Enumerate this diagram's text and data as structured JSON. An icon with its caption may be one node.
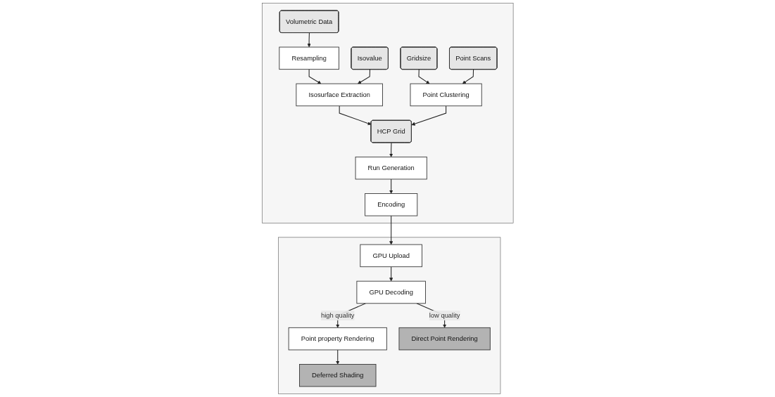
{
  "diagram": {
    "nodes": [
      {
        "text": [],
        "shape": "box"
      },
      {
        "text": [
          "Volumetric Data"
        ],
        "in": 0
      },
      {
        "text": [
          "Point Scans"
        ],
        "in": 0
      },
      {
        "text": [
          "Resampling"
        ],
        "in": 0
      },
      {
        "text": [
          "Isovalue"
        ],
        "in": 0
      },
      {
        "text": [
          "Gridsize"
        ],
        "in": 0
      },
      {
        "text": [
          "Isosurface Extraction"
        ],
        "in": 0
      },
      {
        "text": [
          "Point Clustering"
        ],
        "in": 0
      },
      {
        "text": [
          "HCP Grid"
        ],
        "in": 0
      },
      {
        "text": [
          "Run Generation"
        ],
        "in": 0
      },
      {
        "text": [
          "Encoding"
        ],
        "in": 0
      },
      {
        "text": [],
        "shape": "box"
      },
      {
        "text": [
          "Deferred Shading"
        ],
        "in": 11
      },
      {
        "text": [
          "Point property Rendering"
        ],
        "in": 11
      },
      {
        "text": [
          "Direct Point Rendering"
        ],
        "in": 11
      },
      {
        "text": [
          "GPU Upload"
        ],
        "in": 11
      },
      {
        "text": [
          "GPU Decoding"
        ],
        "in": 11
      }
    ],
    "edges": [
      {
        "from": 1,
        "to": 3,
        "arrow": "to"
      },
      {
        "from": 3,
        "to": 6,
        "arrow": "to"
      },
      {
        "from": 4,
        "to": 6,
        "arrow": "to"
      },
      {
        "from": 5,
        "to": 7,
        "arrow": "to"
      },
      {
        "from": 2,
        "to": 7,
        "arrow": "to"
      },
      {
        "from": 6,
        "to": 8,
        "arrow": "to"
      },
      {
        "from": 7,
        "to": 8,
        "arrow": "to"
      },
      {
        "from": 8,
        "to": 9,
        "arrow": "to"
      },
      {
        "from": 9,
        "to": 10,
        "arrow": "to"
      },
      {
        "from": 10,
        "to": 15,
        "arrow": "to"
      },
      {
        "from": 15,
        "to": 16,
        "arrow": "to"
      },
      {
        "from": 16,
        "to": 14,
        "label": "low quality",
        "arrow": "to"
      },
      {
        "from": 16,
        "to": 13,
        "label": "high quality",
        "arrow": "to"
      },
      {
        "from": 13,
        "to": 12,
        "arrow": "to"
      }
    ]
  }
}
